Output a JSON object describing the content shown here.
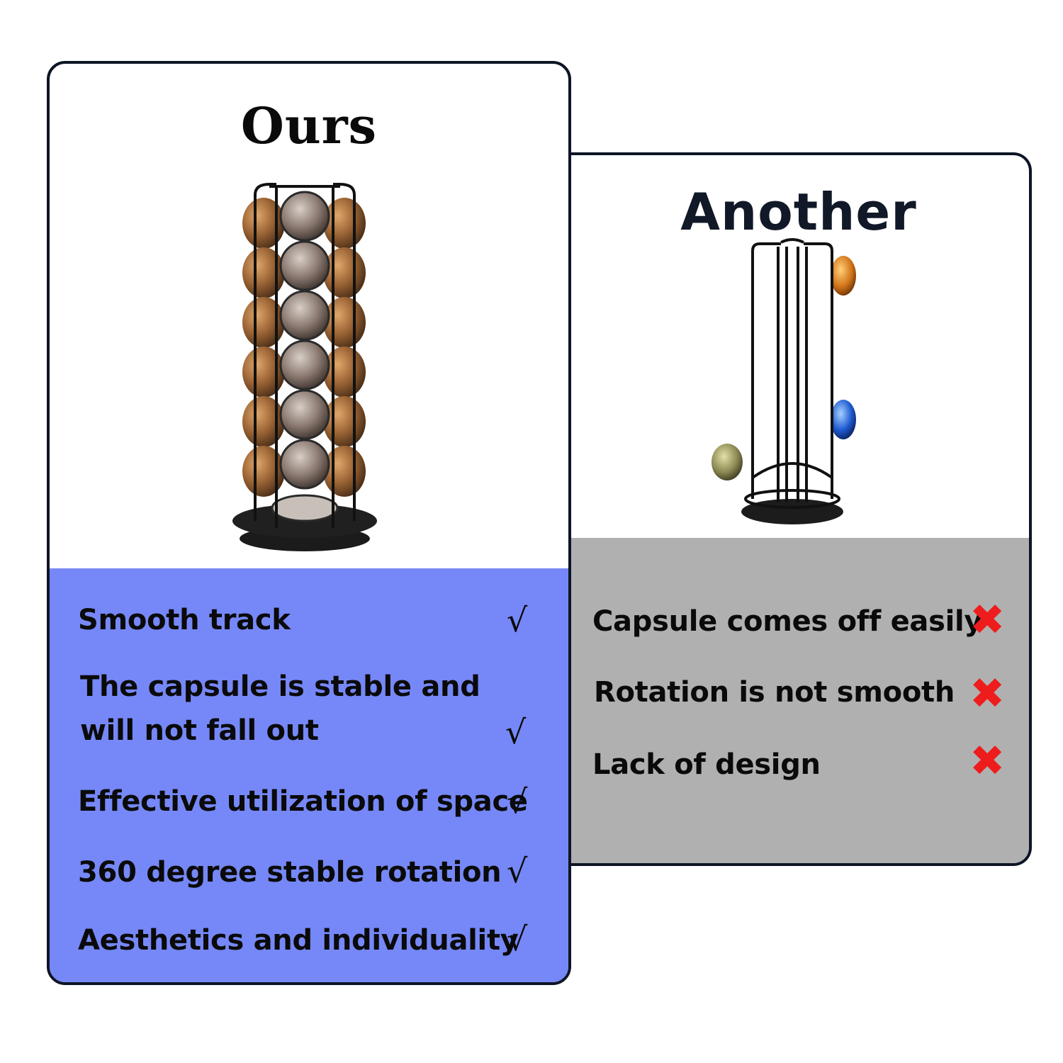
{
  "ours": {
    "title": "Ours",
    "features": [
      {
        "label": "Smooth track",
        "mark": "√"
      },
      {
        "label_line1": "The capsule is stable and",
        "label_line2": "will not fall out",
        "mark": "√"
      },
      {
        "label": "Effective utilization of space",
        "mark": "√"
      },
      {
        "label": "360 degree stable rotation",
        "mark": "√"
      },
      {
        "label": "Aesthetics and individuality",
        "mark": "√"
      }
    ]
  },
  "another": {
    "title": "Another",
    "features": [
      {
        "label": "Capsule comes off easily",
        "mark": "✖"
      },
      {
        "label": "Rotation is not smooth",
        "mark": "✖"
      },
      {
        "label": "Lack of design",
        "mark": "✖"
      }
    ]
  },
  "colors": {
    "ours_panel": "#7688f7",
    "another_panel": "#b0b0b0",
    "cross": "#ee1c1c",
    "border": "#0d1525"
  },
  "icons": {
    "ours_product": "capsule-tower-full-icon",
    "another_product": "capsule-tower-sparse-icon"
  }
}
